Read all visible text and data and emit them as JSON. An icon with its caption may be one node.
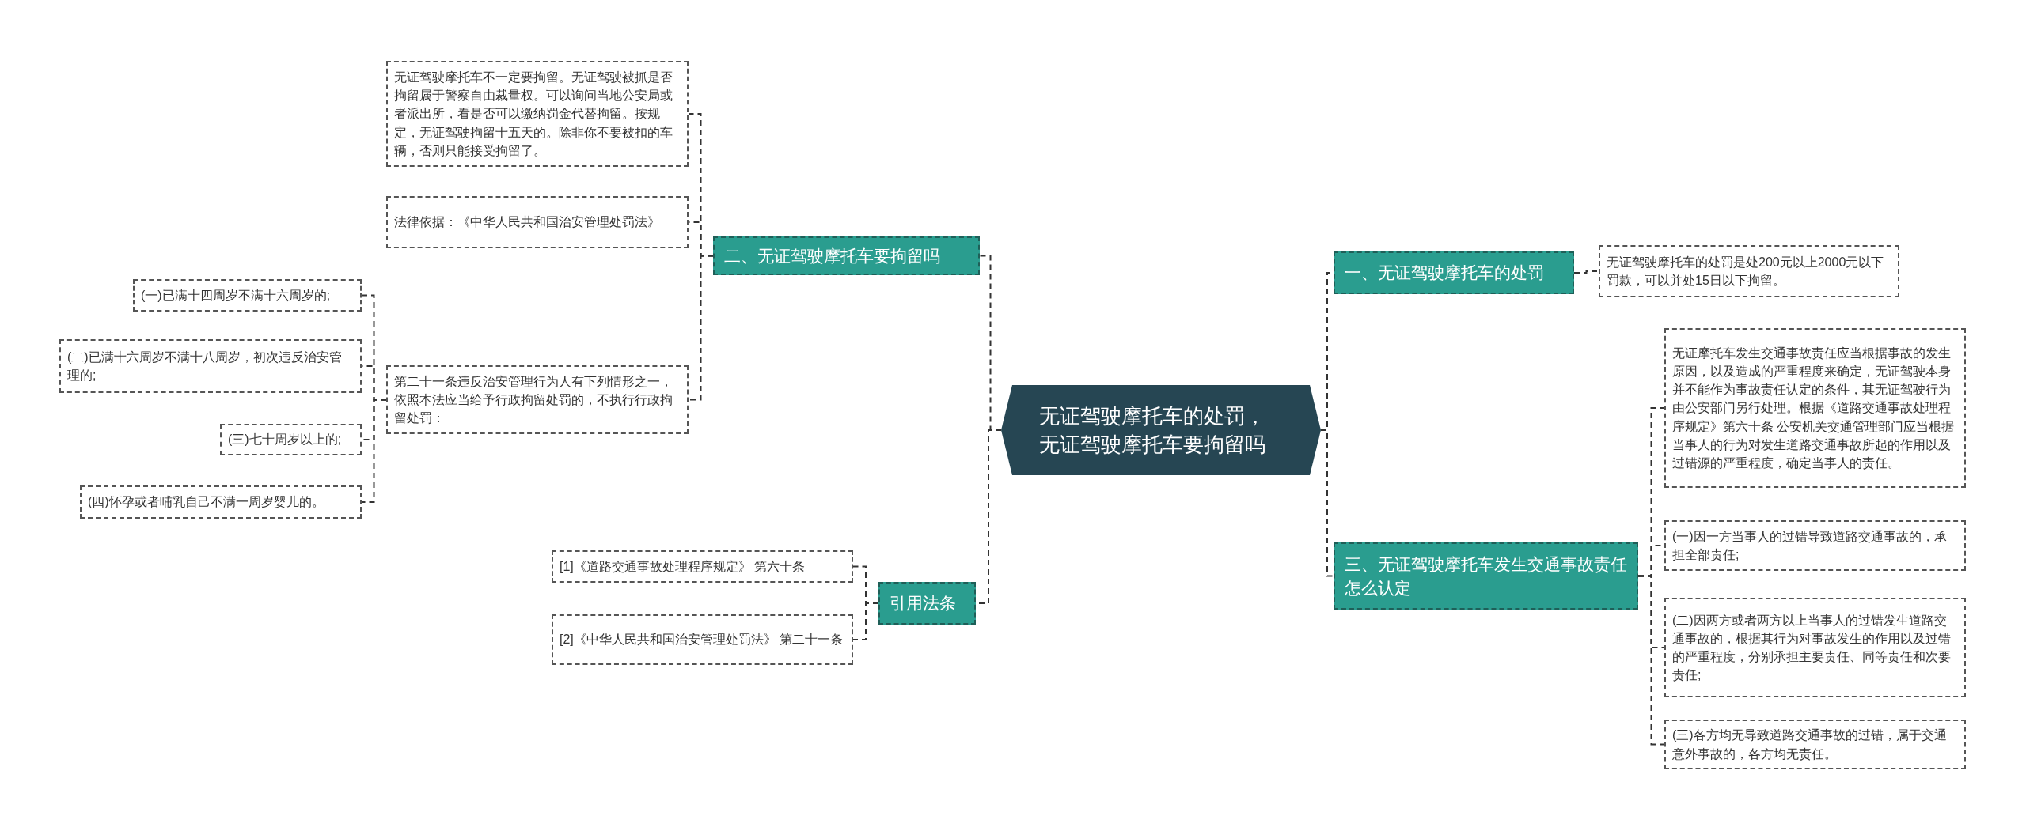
{
  "diagram": {
    "nodes": [
      {
        "text": [
          "无证驾驶摩托车的处罚，无证驾驶摩托车要拘留吗"
        ]
      },
      {
        "text": [
          "二、无证驾驶摩托车要拘留吗"
        ]
      },
      {
        "text": [
          "无证驾驶摩托车不一定要拘留。无证驾驶被抓是否拘留属于警察自由裁量权。可以询问当地公安局或者派出所，看是否可以缴纳罚金代替拘留。按规定，无证驾驶拘留十五天的。除非你不要被扣的车辆，否则只能接受拘留了。"
        ]
      },
      {
        "text": [
          "法律依据：《中华人民共和国治安管理处罚法》"
        ]
      },
      {
        "text": [
          "第二十一条违反治安管理行为人有下列情形之一，依照本法应当给予行政拘留处罚的，不执行行政拘留处罚："
        ]
      },
      {
        "text": [
          "(一)已满十四周岁不满十六周岁的;"
        ]
      },
      {
        "text": [
          "(二)已满十六周岁不满十八周岁，初次违反治安管理的;"
        ]
      },
      {
        "text": [
          "(三)七十周岁以上的;"
        ]
      },
      {
        "text": [
          "(四)怀孕或者哺乳自己不满一周岁婴儿的。"
        ]
      },
      {
        "text": [
          "引用法条"
        ]
      },
      {
        "text": [
          "[1]《道路交通事故处理程序规定》 第六十条"
        ]
      },
      {
        "text": [
          "[2]《中华人民共和国治安管理处罚法》 第二十一条"
        ]
      },
      {
        "text": [
          "一、无证驾驶摩托车的处罚"
        ]
      },
      {
        "text": [
          "无证驾驶摩托车的处罚是处200元以上2000元以下罚款，可以并处15日以下拘留。"
        ]
      },
      {
        "text": [
          "三、无证驾驶摩托车发生交通事故责任怎么认定"
        ]
      },
      {
        "text": [
          "无证摩托车发生交通事故责任应当根据事故的发生原因，以及造成的严重程度来确定，无证驾驶本身并不能作为事故责任认定的条件，其无证驾驶行为由公安部门另行处理。根据《道路交通事故处理程序规定》第六十条 公安机关交通管理部门应当根据当事人的行为对发生道路交通事故所起的作用以及过错源的严重程度，确定当事人的责任。"
        ]
      },
      {
        "text": [
          "(一)因一方当事人的过错导致道路交通事故的，承担全部责任;"
        ]
      },
      {
        "text": [
          "(二)因两方或者两方以上当事人的过错发生道路交通事故的，根据其行为对事故发生的作用以及过错的严重程度，分别承担主要责任、同等责任和次要责任;"
        ]
      },
      {
        "text": [
          "(三)各方均无导致道路交通事故的过错，属于交通意外事故的，各方均无责任。"
        ]
      }
    ],
    "edges": [
      {
        "from": 0,
        "to": 1,
        "arrow": "none",
        "style": "dashed"
      },
      {
        "from": 1,
        "to": 2,
        "arrow": "none",
        "style": "dashed"
      },
      {
        "from": 1,
        "to": 3,
        "arrow": "none",
        "style": "dashed"
      },
      {
        "from": 1,
        "to": 4,
        "arrow": "none",
        "style": "dashed"
      },
      {
        "from": 4,
        "to": 5,
        "arrow": "none",
        "style": "dashed"
      },
      {
        "from": 4,
        "to": 6,
        "arrow": "none",
        "style": "dashed"
      },
      {
        "from": 4,
        "to": 7,
        "arrow": "none",
        "style": "dashed"
      },
      {
        "from": 4,
        "to": 8,
        "arrow": "none",
        "style": "dashed"
      },
      {
        "from": 0,
        "to": 9,
        "arrow": "none",
        "style": "dashed"
      },
      {
        "from": 9,
        "to": 10,
        "arrow": "none",
        "style": "dashed"
      },
      {
        "from": 9,
        "to": 11,
        "arrow": "none",
        "style": "dashed"
      },
      {
        "from": 0,
        "to": 12,
        "arrow": "none",
        "style": "dashed"
      },
      {
        "from": 12,
        "to": 13,
        "arrow": "none",
        "style": "dashed"
      },
      {
        "from": 0,
        "to": 14,
        "arrow": "none",
        "style": "dashed"
      },
      {
        "from": 14,
        "to": 15,
        "arrow": "none",
        "style": "dashed"
      },
      {
        "from": 14,
        "to": 16,
        "arrow": "none",
        "style": "dashed"
      },
      {
        "from": 14,
        "to": 17,
        "arrow": "none",
        "style": "dashed"
      },
      {
        "from": 14,
        "to": 18,
        "arrow": "none",
        "style": "dashed"
      }
    ]
  }
}
